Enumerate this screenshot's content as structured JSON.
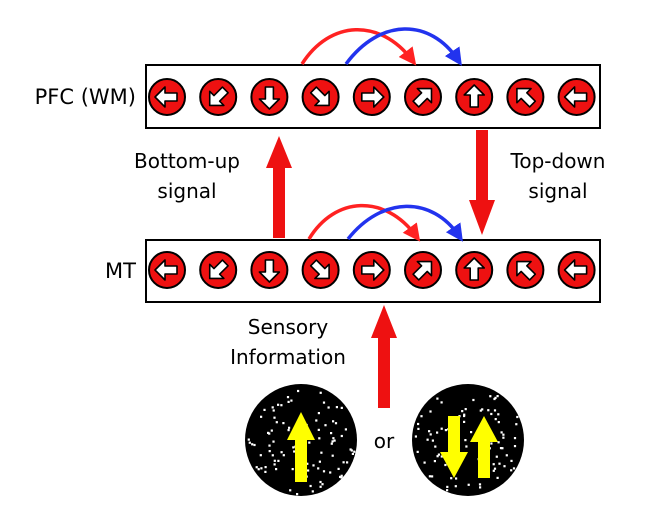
{
  "labels": {
    "pfc": "PFC (WM)",
    "mt": "MT",
    "bottom_up_line1": "Bottom-up",
    "bottom_up_line2": "signal",
    "top_down_line1": "Top-down",
    "top_down_line2": "signal",
    "sensory_line1": "Sensory",
    "sensory_line2": "Information",
    "or": "or"
  },
  "neuron_directions": [
    "left",
    "down-left",
    "down",
    "down-right",
    "right",
    "up-right",
    "up",
    "up-left",
    "left"
  ],
  "colors": {
    "neuron_fill": "#ee1111",
    "signal_arrow": "#ee1111",
    "red_curve": "#ff2222",
    "blue_curve": "#2233ee",
    "stimulus_arrow": "#ffff00",
    "stimulus_bg": "#000000"
  },
  "stimuli": [
    {
      "name": "single-upward",
      "arrows": [
        "up"
      ]
    },
    {
      "name": "transparent-down-up",
      "arrows": [
        "down",
        "up"
      ]
    }
  ]
}
